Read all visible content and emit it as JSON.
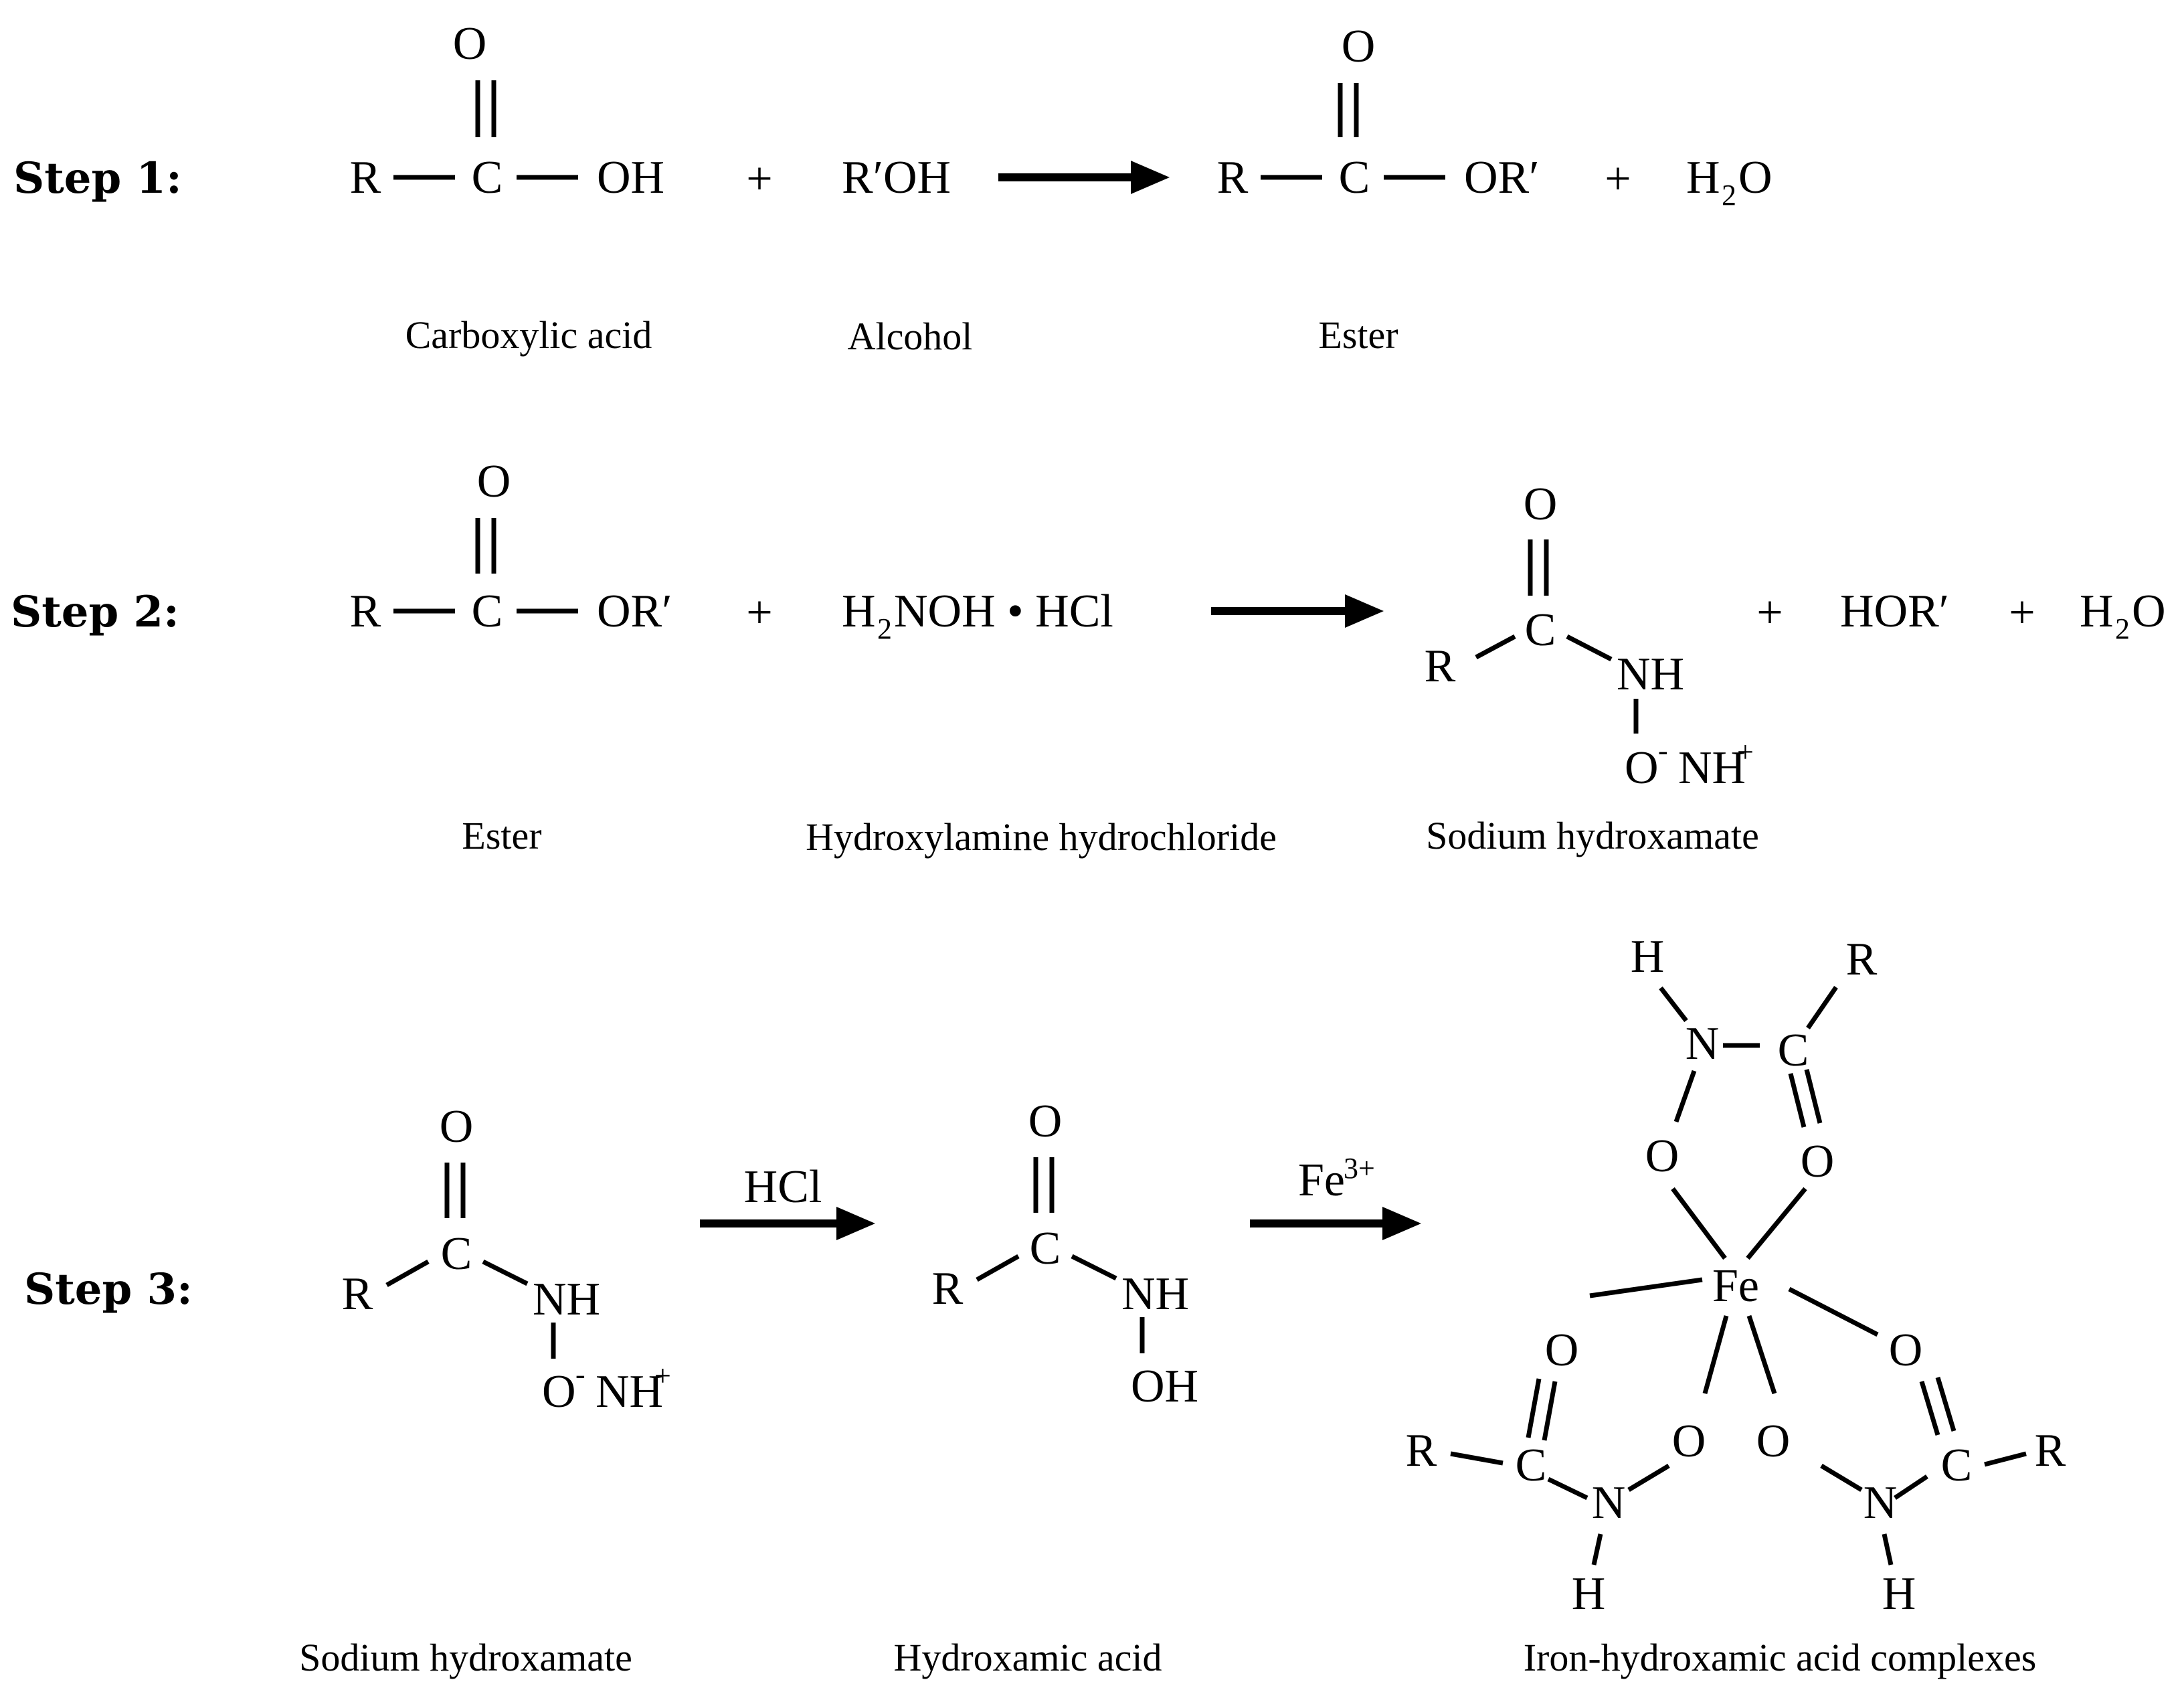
{
  "steps": {
    "s1": "Step 1:",
    "s2": "Step 2:",
    "s3": "Step 3:"
  },
  "atoms": {
    "R": "R",
    "C": "C",
    "O": "O",
    "OH": "OH",
    "OR1": "OR′",
    "R1OH": "R′OH",
    "H": "H",
    "NH": "NH",
    "N": "N",
    "HCl": "HCl",
    "NH2OH": "NOH • HCl",
    "HORp": "HOR′",
    "Fe": "Fe",
    "NH_plus": "NH",
    "plus": "+",
    "minus": "-",
    "two": "2",
    "three_plus": "3+",
    "H_letter": "H"
  },
  "names": {
    "carboxylic_acid": "Carboxylic acid",
    "alcohol": "Alcohol",
    "ester": "Ester",
    "hydroxylamine_hcl": "Hydroxylamine hydrochloride",
    "sodium_hydroxamate": "Sodium hydroxamate",
    "hydroxamic_acid": "Hydroxamic acid",
    "iron_complexes": "Iron-hydroxamic acid complexes"
  },
  "reagents": {
    "hcl": "HCl",
    "fe": "Fe",
    "fe_charge": "3+"
  },
  "colors": {
    "ink": "#000000",
    "background": "#ffffff"
  }
}
